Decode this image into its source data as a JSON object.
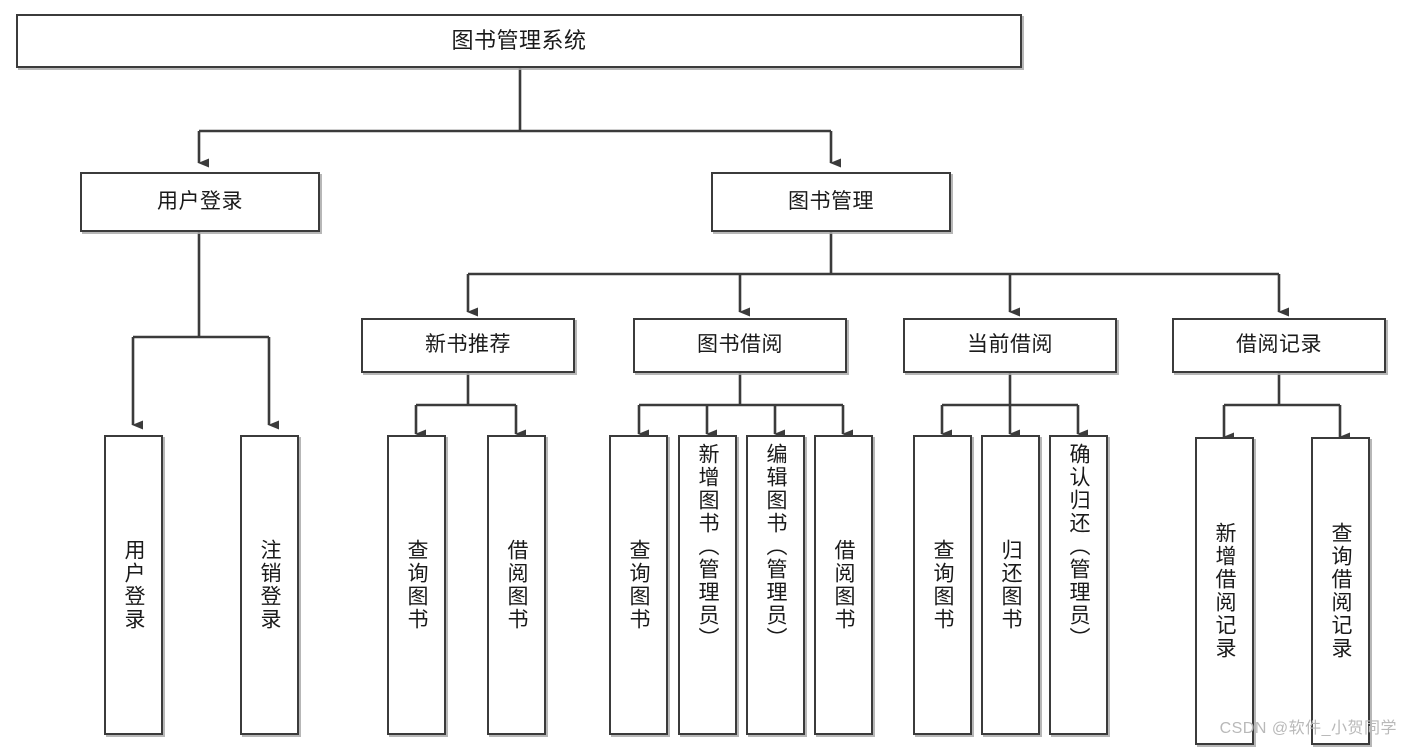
{
  "diagram": {
    "type": "tree",
    "title": "图书管理系统",
    "orientation": "top-down",
    "colors": {
      "background": "#ffffff",
      "box_border": "#3b3b3b",
      "box_fill": "#ffffff",
      "connector": "#3b3b3b",
      "shadow": "#aaaaaa",
      "watermark": "#b9b9b9"
    },
    "root": {
      "label": "图书管理系统"
    },
    "level1": [
      {
        "label": "用户登录"
      },
      {
        "label": "图书管理"
      }
    ],
    "level2": [
      {
        "label": "新书推荐"
      },
      {
        "label": "图书借阅"
      },
      {
        "label": "当前借阅"
      },
      {
        "label": "借阅记录"
      }
    ],
    "leaves": {
      "user_login": [
        {
          "label": "用户登录"
        },
        {
          "label": "注销登录"
        }
      ],
      "new_book": [
        {
          "label": "查询图书"
        },
        {
          "label": "借阅图书"
        }
      ],
      "borrow_book": [
        {
          "label": "查询图书"
        },
        {
          "label": "新增图书（管理员）"
        },
        {
          "label": "编辑图书（管理员）"
        },
        {
          "label": "借阅图书"
        }
      ],
      "current_borrow": [
        {
          "label": "查询图书"
        },
        {
          "label": "归还图书"
        },
        {
          "label": "确认归还（管理员）"
        }
      ],
      "borrow_record": [
        {
          "label": "新增借阅记录"
        },
        {
          "label": "查询借阅记录"
        }
      ]
    }
  },
  "watermark": {
    "text": "CSDN @软件_小贺同学"
  }
}
